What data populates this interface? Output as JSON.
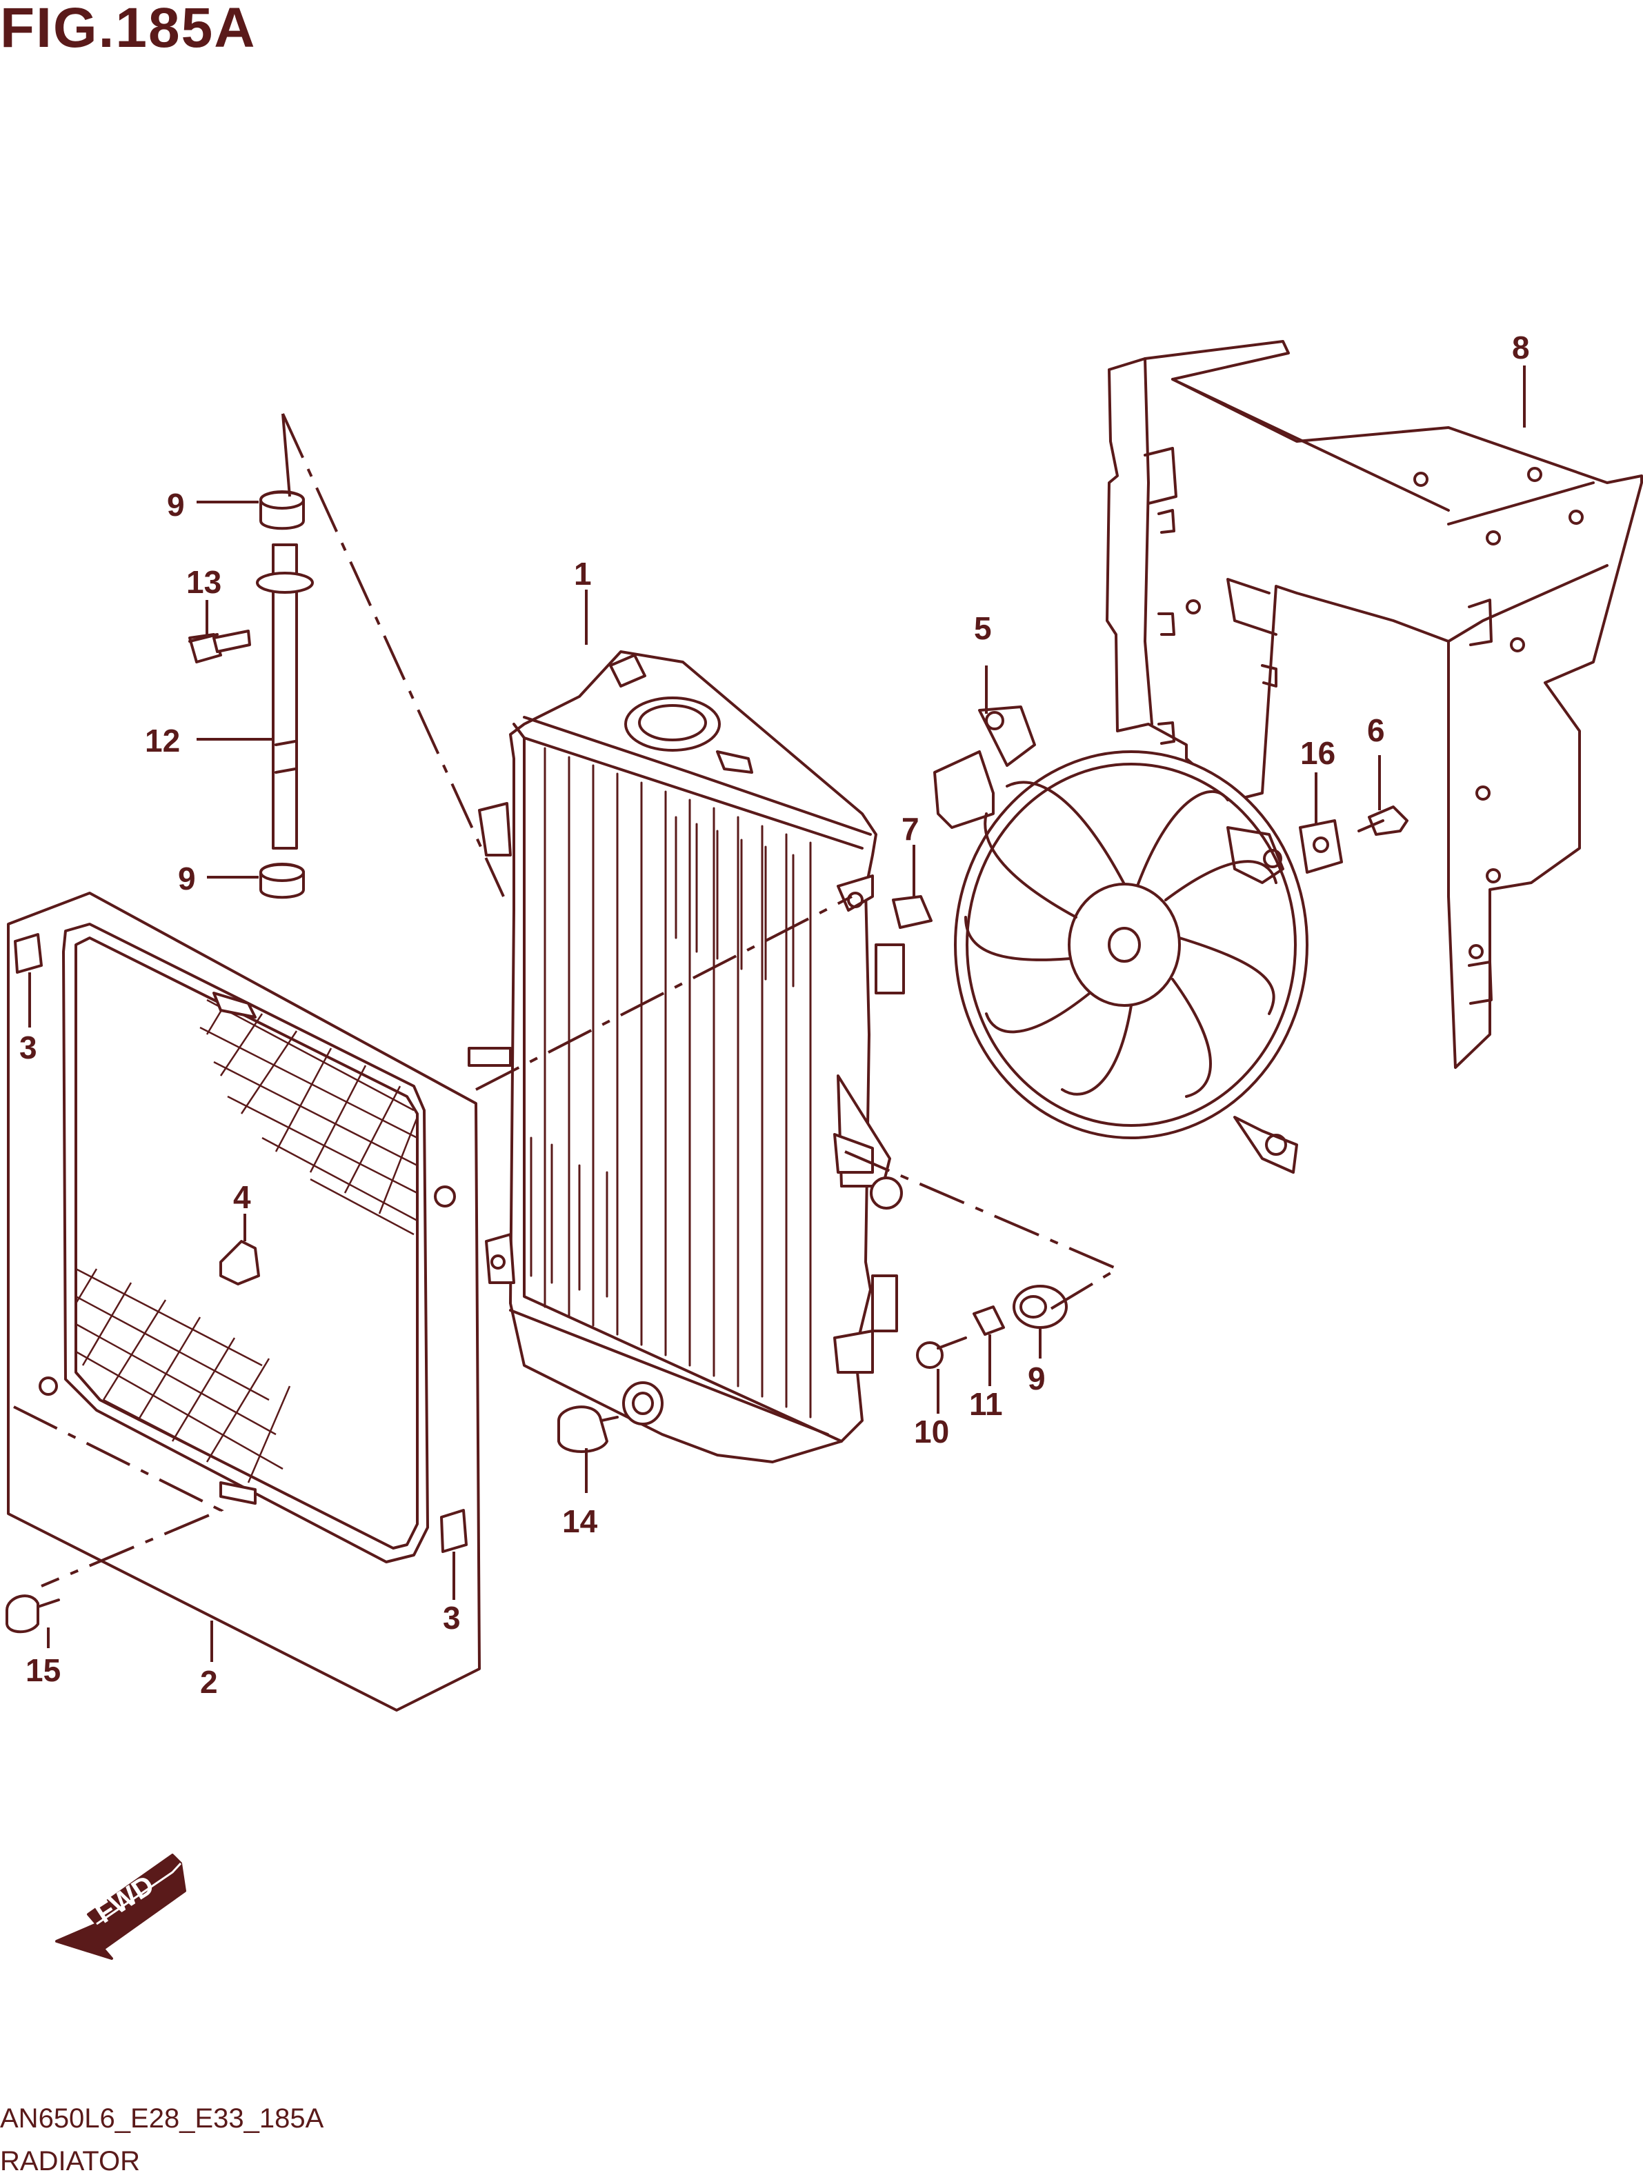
{
  "figure": {
    "title": "FIG.185A",
    "code": "AN650L6_E28_E33_185A",
    "name": "RADIATOR"
  },
  "direction_arrow": {
    "label": "FWD"
  },
  "callouts": [
    {
      "id": "c1",
      "number": "1"
    },
    {
      "id": "c2",
      "number": "2"
    },
    {
      "id": "c3a",
      "number": "3"
    },
    {
      "id": "c3b",
      "number": "3"
    },
    {
      "id": "c4",
      "number": "4"
    },
    {
      "id": "c5",
      "number": "5"
    },
    {
      "id": "c6",
      "number": "6"
    },
    {
      "id": "c7",
      "number": "7"
    },
    {
      "id": "c8",
      "number": "8"
    },
    {
      "id": "c9a",
      "number": "9"
    },
    {
      "id": "c9b",
      "number": "9"
    },
    {
      "id": "c9c",
      "number": "9"
    },
    {
      "id": "c10",
      "number": "10"
    },
    {
      "id": "c11",
      "number": "11"
    },
    {
      "id": "c12",
      "number": "12"
    },
    {
      "id": "c13",
      "number": "13"
    },
    {
      "id": "c14",
      "number": "14"
    },
    {
      "id": "c15",
      "number": "15"
    },
    {
      "id": "c16",
      "number": "16"
    }
  ]
}
